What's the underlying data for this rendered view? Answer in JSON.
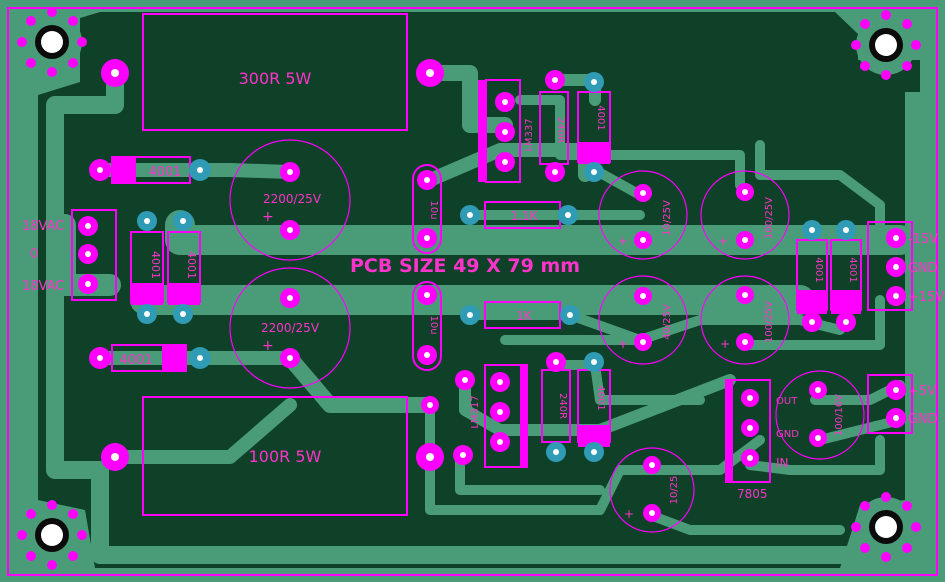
{
  "board": {
    "title": "PCB SIZE 49 X 79 mm",
    "colors": {
      "substrate": "#0f4028",
      "copper": "#4a9c78",
      "silkscreen": "#ff00ff",
      "via": "#2f9bb4"
    }
  },
  "components": {
    "r_top": "300R 5W",
    "r_bottom": "100R 5W",
    "d_top": "4001",
    "d_bottom": "4001",
    "c_top": "2200/25V",
    "c_bottom": "2200/25V",
    "d_vert_1": "4001",
    "d_vert_2": "4001",
    "c10_top": "10u",
    "c10_bottom": "10u",
    "r_1k1": "1.1K",
    "r_1k": "1K",
    "ic_lm": "LM337",
    "r_top_v": "240R",
    "d_top_v": "4001",
    "ic_bottom": "LM317",
    "r_bot_v": "240R",
    "d_bot_v": "4001",
    "cap_10_25": "10/25V",
    "cap_100_25": "100/25V",
    "cap_40_25": "40/25V",
    "cap_100_25b": "100/25V",
    "cap_b": "10/25",
    "cap_7805": "100/16V",
    "d_right_1": "4001",
    "d_right_2": "4001",
    "reg_7805": "7805",
    "reg_in": "IN",
    "reg_gnd": "GND",
    "reg_out": "OUT"
  },
  "connectors": {
    "ac_top": "18VAC",
    "ac_mid": "0",
    "ac_bottom": "18VAC",
    "out_1": "-15V",
    "out_2": "GND",
    "out_3": "+15V",
    "out5_1": "+5V",
    "out5_2": "GND"
  }
}
